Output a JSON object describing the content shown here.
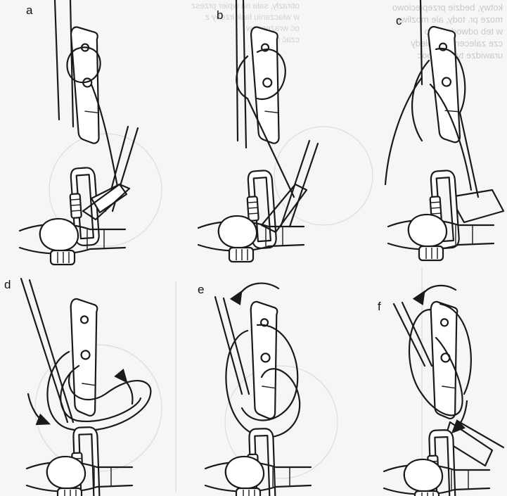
{
  "panels": [
    {
      "id": "a",
      "label": "a"
    },
    {
      "id": "b",
      "label": "b"
    },
    {
      "id": "c",
      "label": "c"
    },
    {
      "id": "d",
      "label": "d"
    },
    {
      "id": "e",
      "label": "e"
    },
    {
      "id": "f",
      "label": "f"
    }
  ],
  "bleed_through_text": {
    "right": [
      "kotwy, bedzie przepieciowo",
      "moze pr. tody, ale mozliwe",
      "w teb odwody cedo",
      "cze zalecenia ze biedy",
      "urawidze tyl przy poc"
    ],
    "left": [
      "obrazły, sała na wpier przesz",
      "w właczaniu łask łrzeby z",
      "oć wrażenie w",
      "czać na łzw"
    ]
  },
  "colors": {
    "ink": "#1a1a1a",
    "paper": "#f6f6f4",
    "ghost": "#d6dde3"
  }
}
